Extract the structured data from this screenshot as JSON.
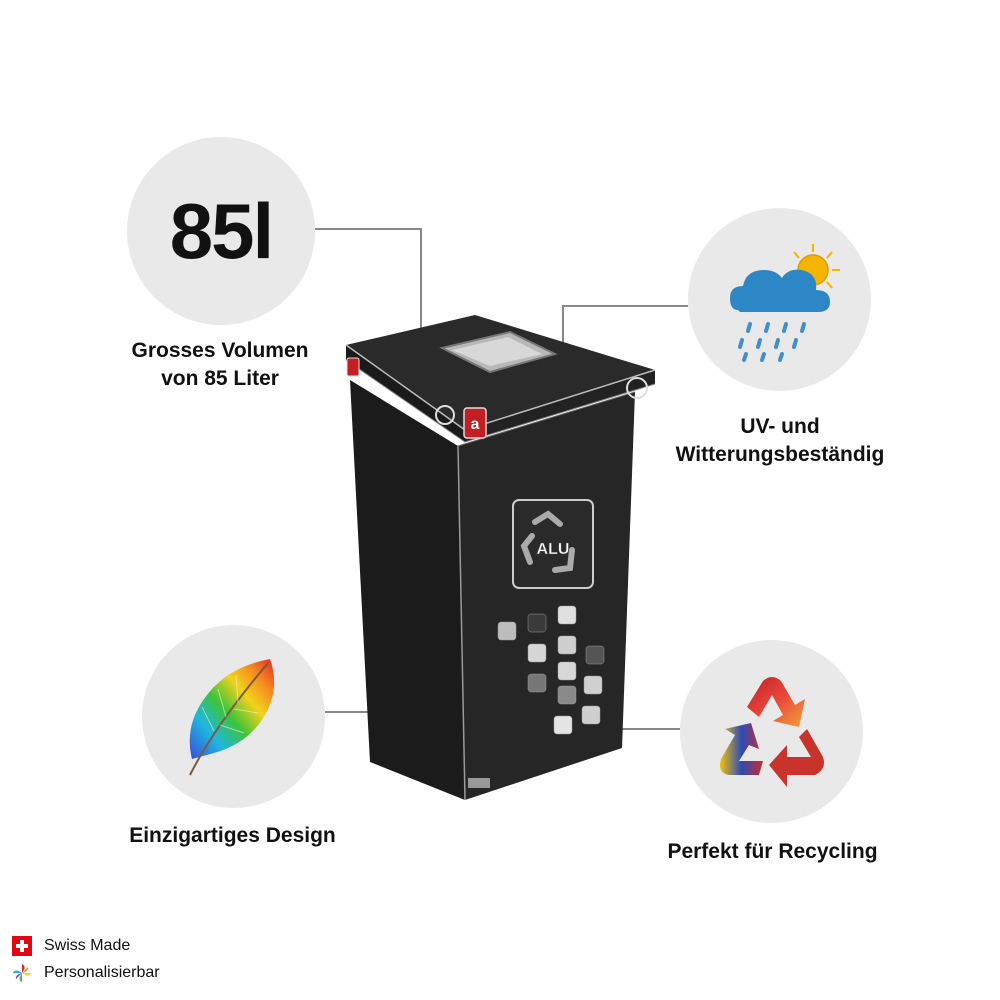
{
  "volume": {
    "big_text": "85l",
    "caption_line1": "Grosses Volumen",
    "caption_line2": "von 85 Liter"
  },
  "weather": {
    "caption_line1": "UV- und",
    "caption_line2": "Witterungsbeständig",
    "icon": "cloud-sun-rain-icon"
  },
  "design": {
    "caption": "Einzigartiges Design",
    "icon": "rainbow-feather-icon"
  },
  "recycling": {
    "caption": "Perfekt für Recycling",
    "icon": "recycling-icon"
  },
  "bin": {
    "label": "ALU",
    "color": "#1e1e1e"
  },
  "footer": {
    "swiss": "Swiss Made",
    "personal": "Personalisierbar"
  }
}
